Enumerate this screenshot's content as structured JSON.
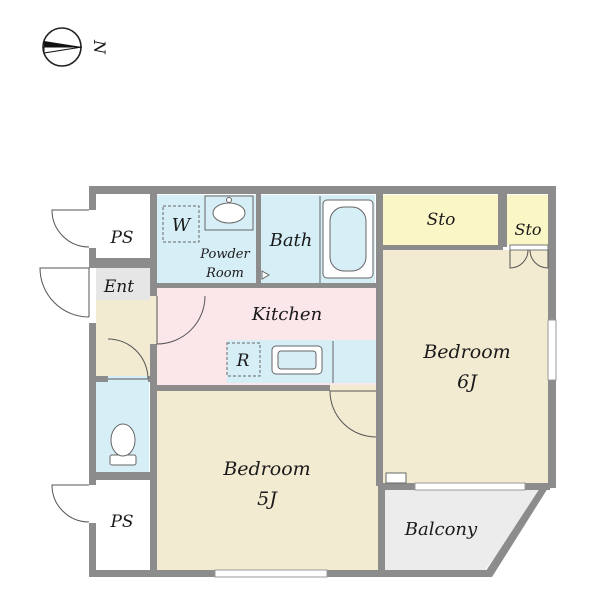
{
  "compass": {
    "north_label": "N"
  },
  "rooms": {
    "ps_top": "PS",
    "ps_bottom": "PS",
    "w": "W",
    "powder_line1": "Powder",
    "powder_line2": "Room",
    "bath": "Bath",
    "sto_left": "Sto",
    "sto_right": "Sto",
    "ent": "Ent",
    "kitchen": "Kitchen",
    "r": "R",
    "bedroom_right_name": "Bedroom",
    "bedroom_right_size": "6J",
    "bedroom_left_name": "Bedroom",
    "bedroom_left_size": "5J",
    "balcony": "Balcony"
  },
  "colors": {
    "wall": "#8c8c8c",
    "water_room": "#d6eef6",
    "kitchen_floor": "#fbe6ea",
    "bedroom_floor": "#f3ead2",
    "storage_floor": "#fbf6c6",
    "entry_floor": "#e6e6e6",
    "balcony_floor": "#ececec"
  }
}
